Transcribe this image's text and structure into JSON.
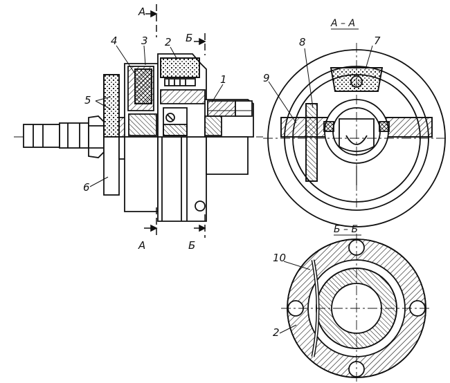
{
  "figure": {
    "part_labels": {
      "p1": "1",
      "p2": "2",
      "p2b": "2",
      "p3": "3",
      "p4": "4",
      "p5": "5",
      "p6": "6",
      "p7": "7",
      "p8": "8",
      "p9": "9",
      "p10": "10"
    },
    "cut_marks": {
      "a_top": "A",
      "b_top": "Б",
      "a_bottom": "A",
      "b_bottom": "Б"
    },
    "section_titles": {
      "aa": "A – A",
      "bb": "Б – Б"
    }
  }
}
